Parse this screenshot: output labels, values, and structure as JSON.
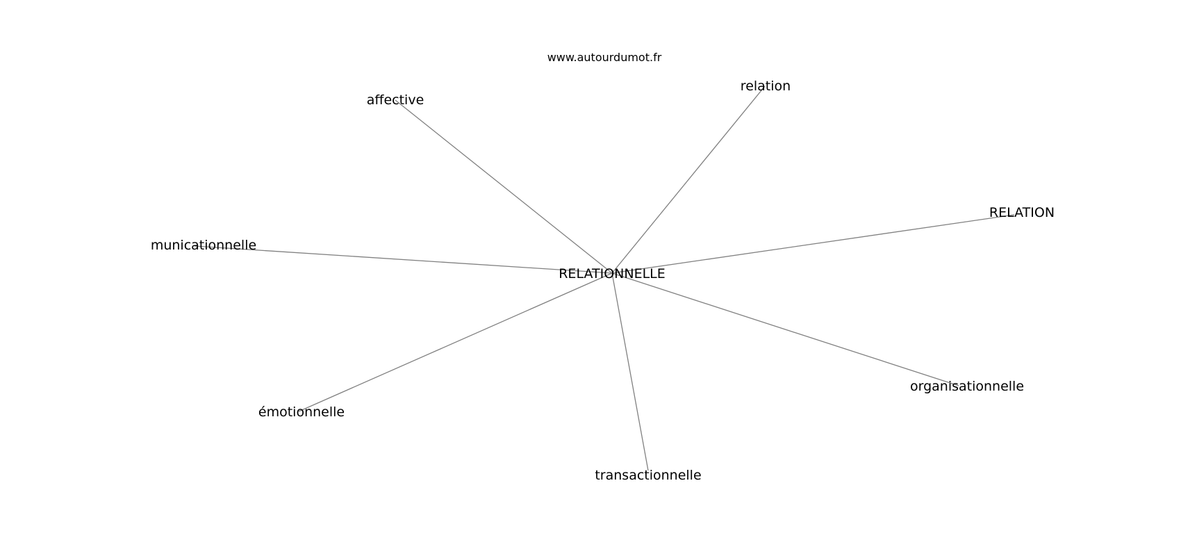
{
  "header": {
    "site": "www.autourdumot.fr"
  },
  "graph": {
    "center": {
      "id": "center",
      "label": "RELATIONNELLE"
    },
    "nodes": [
      {
        "id": "affective",
        "label": "affective"
      },
      {
        "id": "relation",
        "label": "relation"
      },
      {
        "id": "relation-upper",
        "label": "RELATION"
      },
      {
        "id": "municationnelle",
        "label": "municationnelle"
      },
      {
        "id": "organisationnelle",
        "label": "organisationnelle"
      },
      {
        "id": "emotionnelle",
        "label": "émotionnelle"
      },
      {
        "id": "transactionnelle",
        "label": "transactionnelle"
      }
    ],
    "edges": [
      {
        "from": "center",
        "to": "affective"
      },
      {
        "from": "center",
        "to": "relation"
      },
      {
        "from": "center",
        "to": "relation-upper"
      },
      {
        "from": "center",
        "to": "municationnelle"
      },
      {
        "from": "center",
        "to": "organisationnelle"
      },
      {
        "from": "center",
        "to": "emotionnelle"
      },
      {
        "from": "center",
        "to": "transactionnelle"
      }
    ],
    "edge_color": "#808080",
    "text_color": "#000000"
  }
}
